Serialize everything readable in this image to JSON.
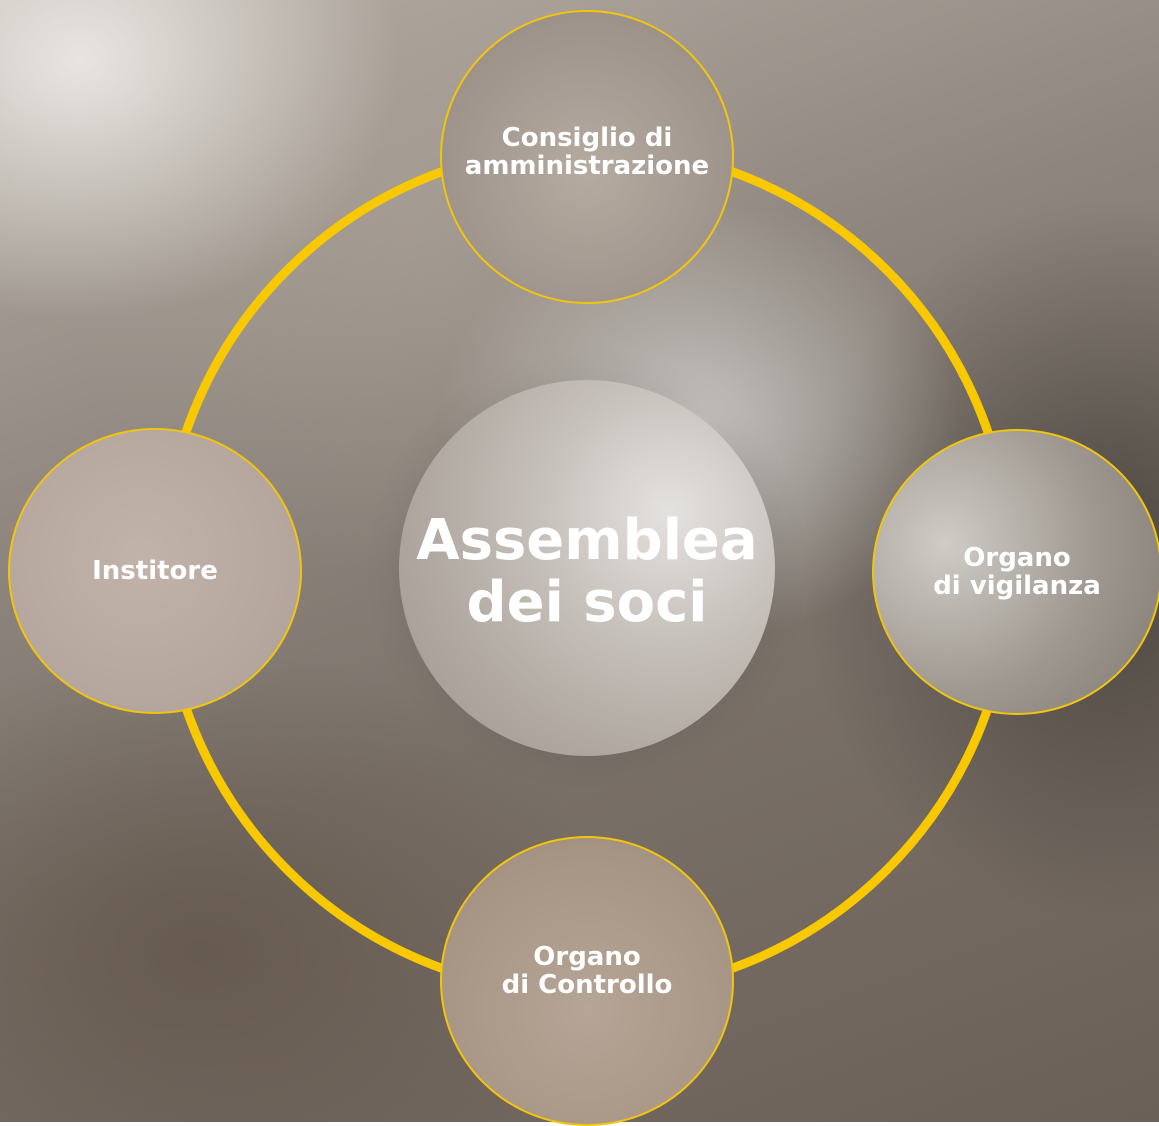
{
  "colors": {
    "ring": "#f8c800",
    "node_border": "#f2c50d",
    "text": "#ffffff"
  },
  "diagram": {
    "center": {
      "label": "Assemblea\ndei soci"
    },
    "nodes": {
      "top": {
        "label": "Consiglio di\namministrazione"
      },
      "right": {
        "label": "Organo\ndi vigilanza"
      },
      "bottom": {
        "label": "Organo\ndi Controllo"
      },
      "left": {
        "label": "Institore"
      }
    }
  }
}
